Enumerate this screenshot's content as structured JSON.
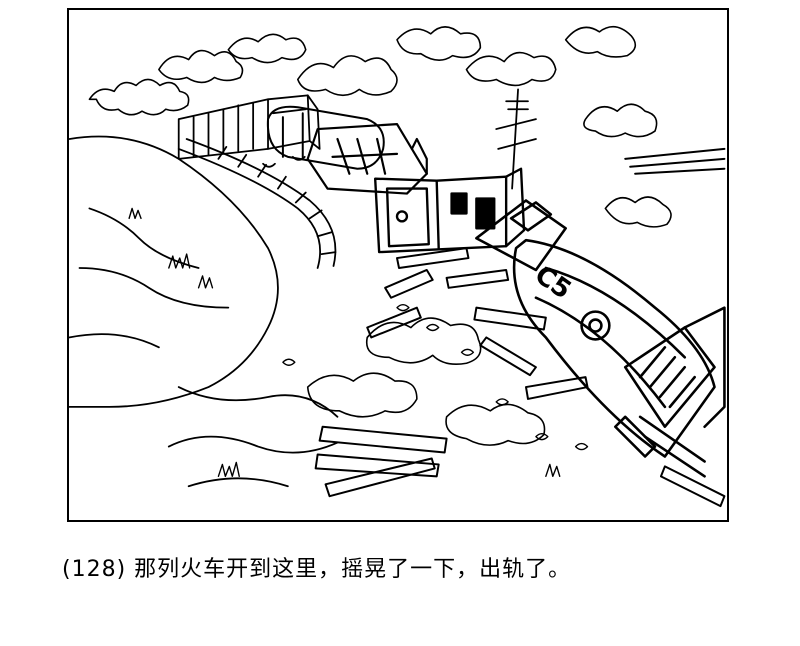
{
  "page": {
    "background": "#ffffff",
    "ink_color": "#000000"
  },
  "illustration": {
    "subject": "train derailment with overturned locomotive, smoke and scattered railway sleepers",
    "locomotive_marking": "C5"
  },
  "caption": {
    "number": "(128)",
    "text": "那列火车开到这里，摇晃了一下，出轨了。"
  }
}
